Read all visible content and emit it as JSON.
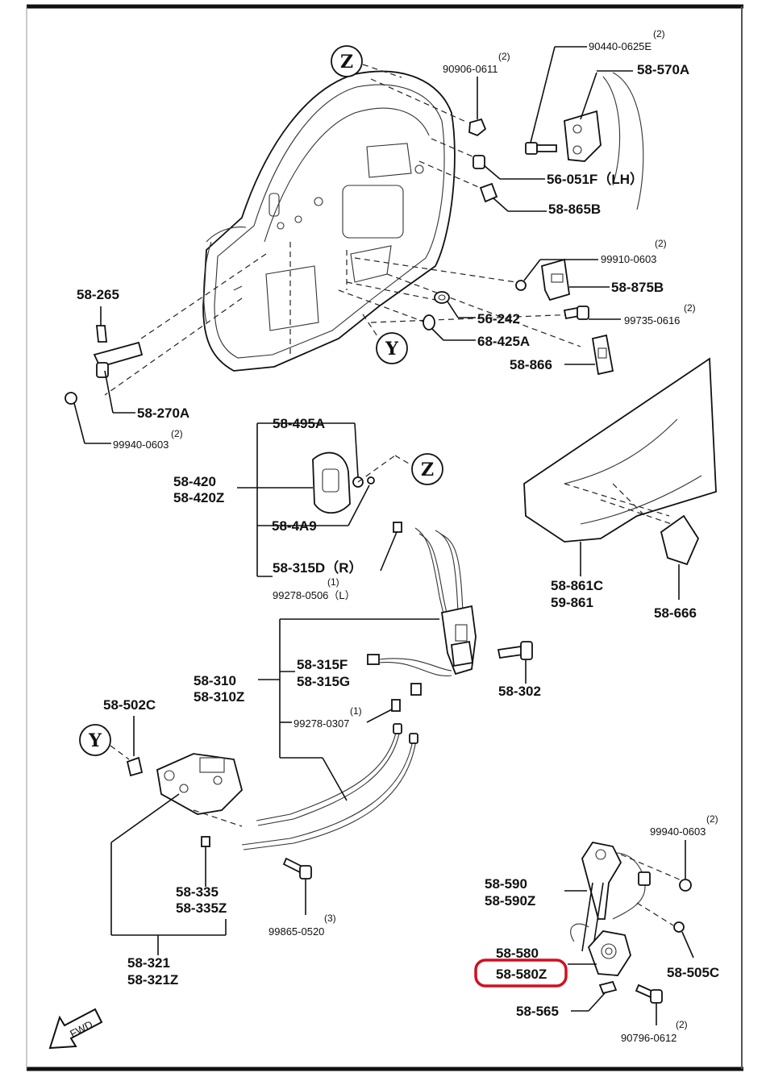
{
  "callouts": {
    "z": "Z",
    "y": "Y"
  },
  "fwd": "FWD",
  "labels": {
    "p90440": "90440-0625E",
    "p90440_qty": "(2)",
    "p58570a": "58-570A",
    "p90906": "90906-0611",
    "p90906_qty": "(2)",
    "p56051f": "56-051F（LH）",
    "p58865b": "58-865B",
    "p99910": "99910-0603",
    "p99910_qty": "(2)",
    "p58875b": "58-875B",
    "p56242": "56-242",
    "p99735": "99735-0616",
    "p99735_qty": "(2)",
    "p68425a": "68-425A",
    "p58866": "58-866",
    "p58265": "58-265",
    "p58270a": "58-270A",
    "p99940a": "99940-0603",
    "p99940a_qty": "(2)",
    "p58495a": "58-495A",
    "p58420": "58-420",
    "p58420z": "58-420Z",
    "p584a9": "58-4A9",
    "p58315d": "58-315D（R）",
    "p99278a_qty": "(1)",
    "p99278a": "99278-0506（L）",
    "p58861c": "58-861C",
    "p59861": "59-861",
    "p58666": "58-666",
    "p58310": "58-310",
    "p58310z": "58-310Z",
    "p58315f": "58-315F",
    "p58315g": "58-315G",
    "p58302": "58-302",
    "p58502c": "58-502C",
    "p99278b_qty": "(1)",
    "p99278b": "99278-0307",
    "p58335": "58-335",
    "p58335z": "58-335Z",
    "p99865_qty": "(3)",
    "p99865": "99865-0520",
    "p58321": "58-321",
    "p58321z": "58-321Z",
    "p99940b_qty": "(2)",
    "p99940b": "99940-0603",
    "p58590": "58-590",
    "p58590z": "58-590Z",
    "p58580": "58-580",
    "p58580z": "58-580Z",
    "p58505c": "58-505C",
    "p58565": "58-565",
    "p90796_qty": "(2)",
    "p90796": "90796-0612"
  },
  "highlight_color": "#d0101f"
}
